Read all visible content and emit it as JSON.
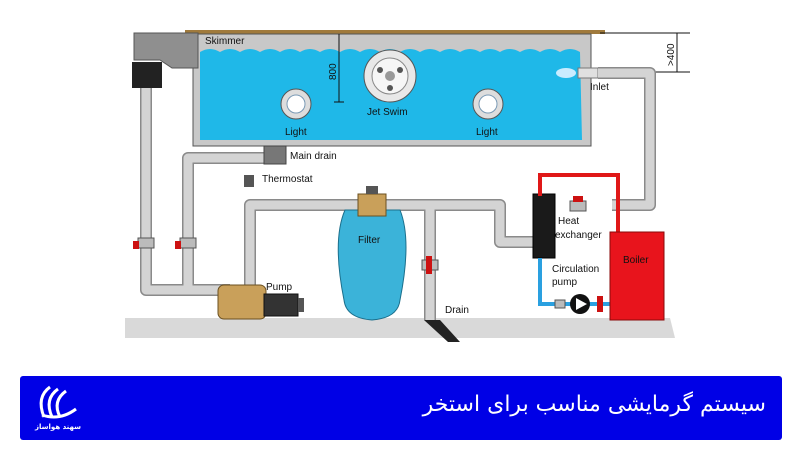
{
  "diagram": {
    "labels": {
      "skimmer": "Skimmer",
      "depth": "800",
      "height": ">400",
      "jet_swim": "Jet Swim",
      "light_left": "Light",
      "light_right": "Light",
      "inlet": "Inlet",
      "main_drain": "Main drain",
      "thermostat": "Thermostat",
      "filter": "Filter",
      "heat_exchanger_line1": "Heat",
      "heat_exchanger_line2": "exchanger",
      "circulation_line1": "Circulation",
      "circulation_line2": "pump",
      "boiler": "Boiler",
      "pump": "Pump",
      "drain": "Drain"
    },
    "colors": {
      "water": "#1fb8e8",
      "pipe": "#d4d4d4",
      "hot_pipe": "#e01818",
      "cold_pipe": "#2aa0e0",
      "boiler": "#e8141c",
      "filter": "#3bb3d9",
      "valve": "#cc1111",
      "pump": "#c9a05a"
    }
  },
  "banner": {
    "title": "سیستم گرمایشی مناسب برای استخر",
    "logo_text": "سهند هواساز"
  }
}
